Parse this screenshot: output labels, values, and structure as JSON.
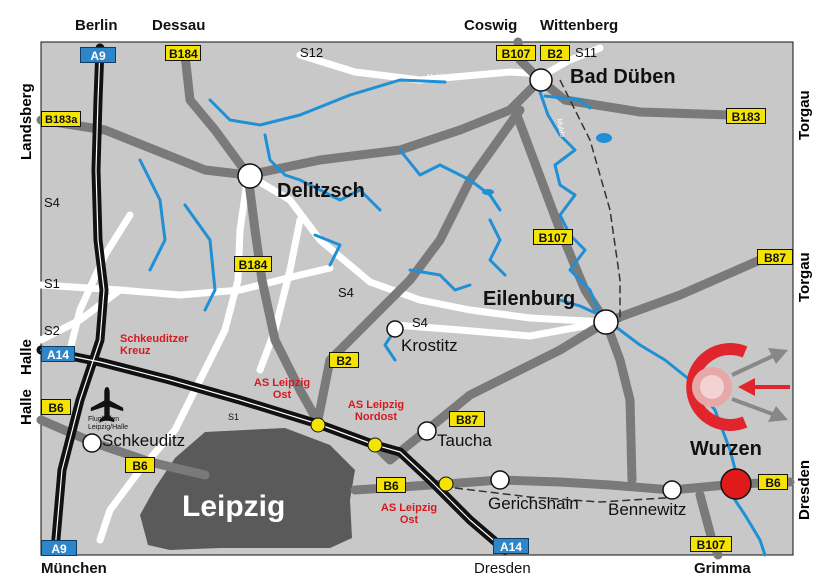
{
  "colors": {
    "land": "#c8c8c8",
    "motorway": "#111111",
    "federal_road": "#7a7a7a",
    "s_road": "#ffffff",
    "water": "#1f90d6",
    "city_area": "#5a5a5a",
    "shield_b": "#f5e400",
    "shield_a": "#2d86c8",
    "junction": "#f5e400",
    "destination": "#e01a1a",
    "label_red": "#d6191f"
  },
  "edges": {
    "top": [
      "Berlin",
      "Dessau",
      "Coswig",
      "Wittenberg"
    ],
    "bottom": [
      "München",
      "Dresden",
      "Grimma"
    ],
    "left": [
      "Landsberg",
      "Halle",
      "Halle"
    ],
    "right": [
      "Torgau",
      "Torgau",
      "Dresden"
    ]
  },
  "shields": {
    "a9_top": "A9",
    "a9_bottom": "A9",
    "a14_left": "A14",
    "a14_bottom": "A14",
    "b184_top": "B184",
    "b184_mid": "B184",
    "b183a": "B183a",
    "b107_top": "B107",
    "b2_top": "B2",
    "b183": "B183",
    "b107_mid": "B107",
    "b87_right": "B87",
    "b87_mid": "B87",
    "b2_mid": "B2",
    "b6_left": "B6",
    "b6_lower": "B6",
    "b6_center": "B6",
    "b6_right": "B6",
    "b107_bottom": "B107"
  },
  "s_roads": {
    "s12": "S12",
    "s11": "S11",
    "s4_left": "S4",
    "s4_mid": "S4",
    "s4_right": "S4",
    "s1": "S1",
    "s1_small": "S1",
    "s2": "S2"
  },
  "cities": {
    "bad_dueben": "Bad Düben",
    "delitzsch": "Delitzsch",
    "eilenburg": "Eilenburg",
    "krostitz": "Krostitz",
    "schkeuditz": "Schkeuditz",
    "taucha": "Taucha",
    "gerichshain": "Gerichshain",
    "bennewitz": "Bennewitz",
    "wurzen": "Wurzen",
    "leipzig": "Leipzig"
  },
  "rivers": {
    "mulde_top": "Mulde",
    "mulde_side": "Mulde"
  },
  "interchanges": {
    "schkeuditzer_kreuz": "Schkeuditzer Kreuz",
    "as_leipzig_ost_top": "AS Leipzig Ost",
    "as_leipzig_nordost": "AS Leipzig Nordost",
    "as_leipzig_ost_bottom": "AS Leipzig Ost"
  },
  "airport": {
    "name": "Flughafen Leipzig/Halle",
    "icon": "airplane-icon"
  },
  "logo": {
    "icon": "wurzen-logo-icon"
  }
}
